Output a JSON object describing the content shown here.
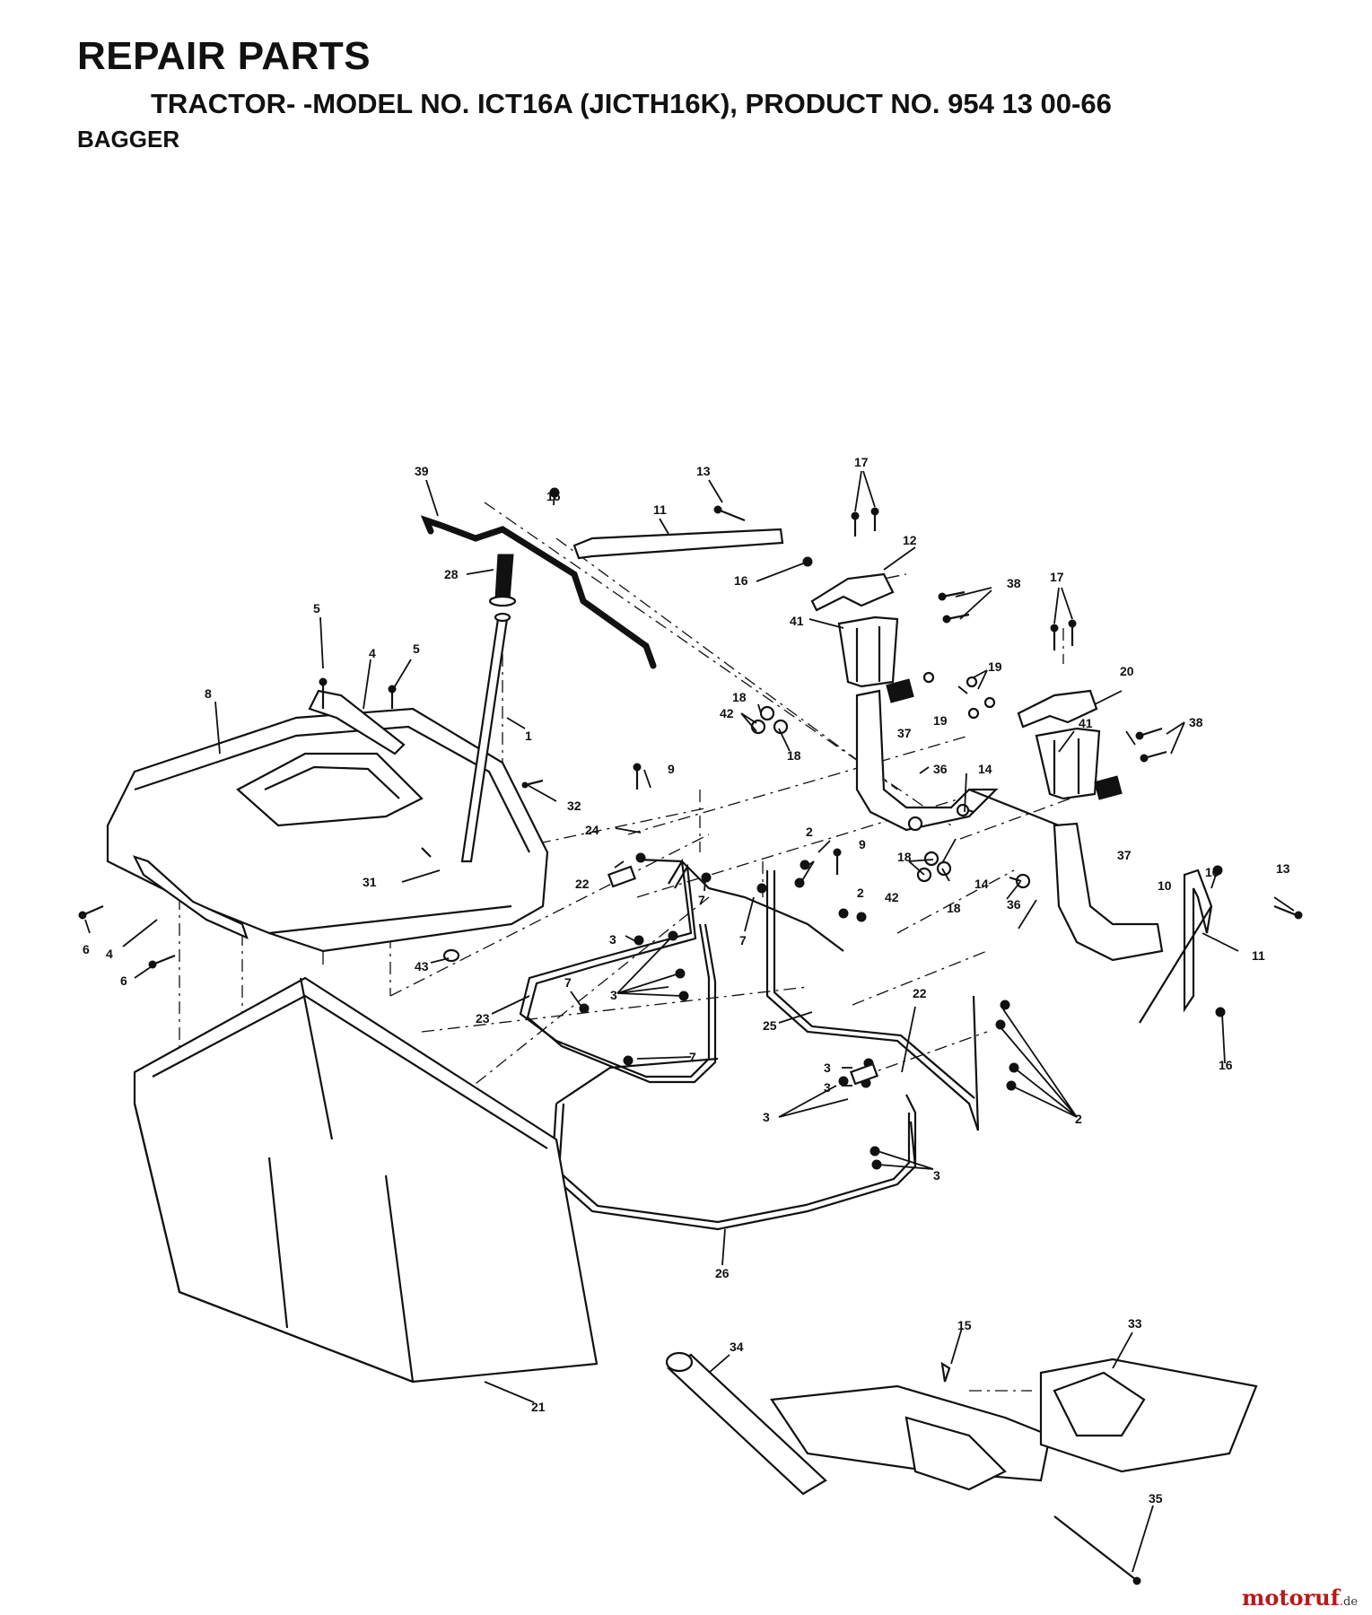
{
  "header": {
    "title": "REPAIR PARTS",
    "subtitle": "TRACTOR- -MODEL NO. ICT16A (JICTH16K), PRODUCT NO. 954 13 00-66",
    "section": "BAGGER"
  },
  "watermark": {
    "name": "motoruf",
    "tld": ".de"
  },
  "callouts": [
    "39",
    "13",
    "17",
    "16",
    "11",
    "28",
    "12",
    "16",
    "38",
    "17",
    "5",
    "4",
    "5",
    "41",
    "19",
    "20",
    "1",
    "8",
    "18",
    "42",
    "18",
    "19",
    "37",
    "41",
    "38",
    "9",
    "36",
    "14",
    "32",
    "24",
    "2",
    "9",
    "37",
    "18",
    "16",
    "13",
    "31",
    "22",
    "7",
    "2",
    "42",
    "18",
    "14",
    "36",
    "10",
    "6",
    "4",
    "3",
    "7",
    "11",
    "6",
    "43",
    "3",
    "22",
    "7",
    "23",
    "25",
    "7",
    "3",
    "3",
    "2",
    "16",
    "3",
    "26",
    "15",
    "33",
    "34",
    "21",
    "35",
    "3"
  ]
}
